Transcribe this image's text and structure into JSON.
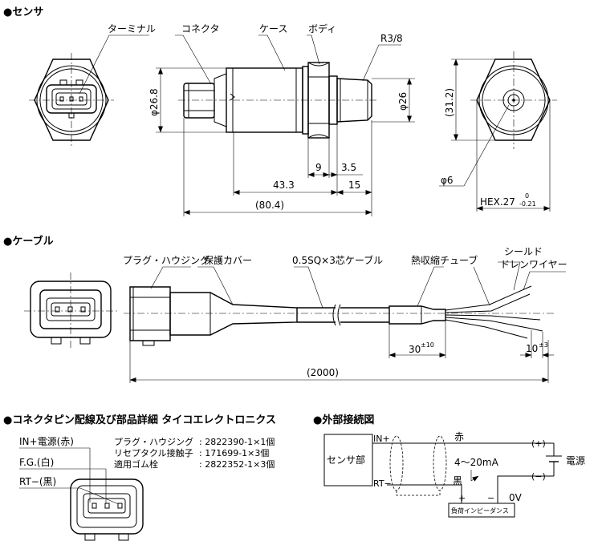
{
  "sections": {
    "sensor": "●センサ",
    "cable": "●ケーブル",
    "pinout": "●コネクタピン配線及び部品詳細 タイコエレクトロニクス",
    "external": "●外部接続図"
  },
  "sensor": {
    "labels": {
      "terminal": "ターミナル",
      "connector": "コネクタ",
      "case": "ケース",
      "body": "ボディ",
      "thread": "R3/8"
    },
    "dims": {
      "dia_body": "φ26.8",
      "dia_thread": "φ26",
      "d9": "9",
      "d3_5": "3.5",
      "d43_3": "43.3",
      "d15": "15",
      "d80_4": "(80.4)",
      "d31_2": "(31.2)",
      "dia6": "φ6",
      "hex": "HEX.27",
      "hex_tol_upper": "0",
      "hex_tol_lower": "-0.21"
    }
  },
  "cable": {
    "labels": {
      "plug": "プラグ・ハウジング",
      "cover": "保護カバー",
      "cable": "0.5SQ×3芯ケーブル",
      "shrink": "熱収縮チューブ",
      "shield1": "シールド",
      "shield2": "ドレンワイヤー"
    },
    "dims": {
      "len30": "30",
      "tol30": "±10",
      "len10": "10",
      "tol10": "±3",
      "total": "(2000)"
    }
  },
  "pinout": {
    "pins": [
      "IN+電源(赤)",
      "F.G.(白)",
      "RT−(黒)"
    ],
    "parts": [
      {
        "name": "プラグ・ハウジング",
        "value": ": 2822390-1×1個"
      },
      {
        "name": "リセプタクル接触子",
        "value": ": 171699-1×3個"
      },
      {
        "name": "適用ゴム栓",
        "value": ": 2822352-1×3個"
      }
    ]
  },
  "external": {
    "sensor": "センサ部",
    "in_plus": "IN+",
    "rt_minus": "RT−",
    "red": "赤",
    "black": "黒",
    "current": "4〜20mA",
    "plus": "(+)",
    "minus": "(−)",
    "power": "電源",
    "load_plus": "+",
    "load_minus": "−",
    "zero_v": "0V",
    "load": "負荷インピーダンス"
  }
}
